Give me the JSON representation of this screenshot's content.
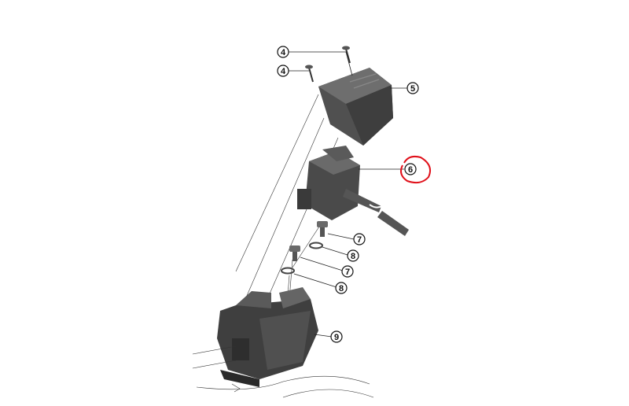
{
  "diagram": {
    "callouts": [
      {
        "id": "c4a",
        "number": "4"
      },
      {
        "id": "c4b",
        "number": "4"
      },
      {
        "id": "c5",
        "number": "5"
      },
      {
        "id": "c6",
        "number": "6"
      },
      {
        "id": "c7a",
        "number": "7"
      },
      {
        "id": "c8a",
        "number": "8"
      },
      {
        "id": "c7b",
        "number": "7"
      },
      {
        "id": "c8b",
        "number": "8"
      },
      {
        "id": "c9",
        "number": "9"
      }
    ],
    "highlight": {
      "callout": "6",
      "color": "#e0101a"
    },
    "colors": {
      "part_dark": "#4a4a4a",
      "part_mid": "#6b6b6b",
      "part_light": "#8a8a8a",
      "line": "#222222"
    }
  }
}
